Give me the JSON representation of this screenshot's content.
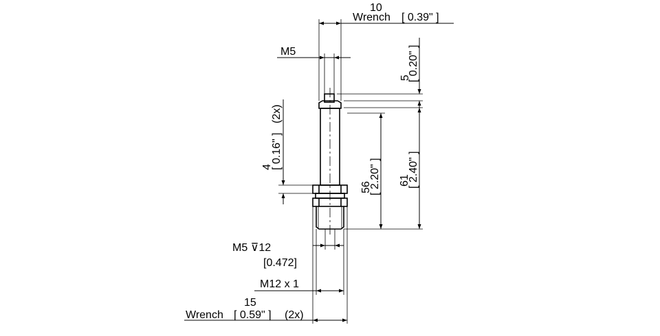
{
  "dimensions": {
    "wrench_top": {
      "value": "10",
      "label": "Wrench",
      "inch": "[ 0.39\" ]"
    },
    "thread_top": {
      "label": "M5"
    },
    "pin_height": {
      "value": "5",
      "inch": "[ 0.20\" ]"
    },
    "nut_height": {
      "value": "4",
      "inch": "[ 0.16\" ]",
      "count": "(2x)"
    },
    "length_56": {
      "value": "56",
      "inch": "[ 2.20\" ]"
    },
    "length_61": {
      "value": "61",
      "inch": "[ 2.40\" ]"
    },
    "bore": {
      "label": "M5 ⊽12",
      "inch": "[0.472]"
    },
    "thread_bottom": {
      "label": "M12 x 1"
    },
    "wrench_bottom": {
      "value": "15",
      "label": "Wrench",
      "inch": "[ 0.59\" ]",
      "count": "(2x)"
    }
  }
}
